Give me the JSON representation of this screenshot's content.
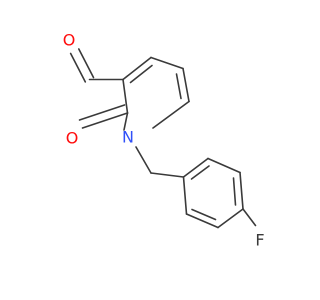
{
  "molecule": {
    "colors": {
      "bond": "#3a3a3a",
      "oxygen": "#ff0d0d",
      "nitrogen": "#3050f8",
      "fluorine": "#3a3a3a"
    },
    "atoms": {
      "aldehyde_o": "O",
      "ring_o": "O",
      "ring_n": "N",
      "fluorine": "F"
    }
  }
}
